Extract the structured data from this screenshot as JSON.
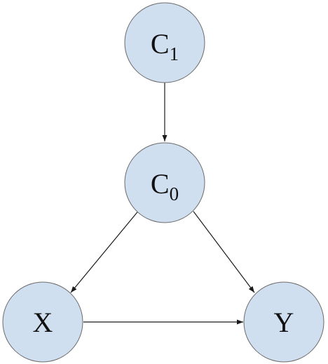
{
  "diagram": {
    "nodes": [
      {
        "id": "c1",
        "label": "C",
        "subscript": "1"
      },
      {
        "id": "c0",
        "label": "C",
        "subscript": "0"
      },
      {
        "id": "x",
        "label": "X",
        "subscript": ""
      },
      {
        "id": "y",
        "label": "Y",
        "subscript": ""
      }
    ],
    "edges": [
      {
        "from": "c1",
        "to": "c0"
      },
      {
        "from": "c0",
        "to": "x"
      },
      {
        "from": "c0",
        "to": "y"
      },
      {
        "from": "x",
        "to": "y"
      }
    ],
    "colors": {
      "node_fill": "#cfdff0",
      "node_stroke": "#6b6b6b",
      "edge": "#1a1a1a"
    }
  }
}
